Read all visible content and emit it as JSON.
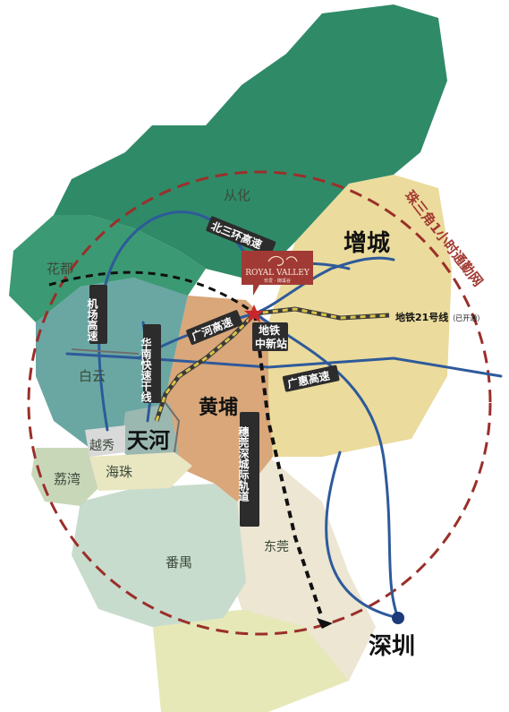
{
  "colors": {
    "conghua": "#2f8a68",
    "huadu": "#3b9a73",
    "zengcheng": "#ebdb9c",
    "baiyun": "#6aa7a3",
    "huangpu": "#d9a77a",
    "tianhe": "#9bb8b0",
    "yuexiu": "#d9d9d9",
    "liwan": "#c9d7b9",
    "haizhu": "#e9e6c2",
    "panyu": "#c8dccd",
    "dongguan": "#ece6d3",
    "south": "#e6e8b8",
    "ring": "#9a2f2a",
    "metro": "#d9c34a",
    "road": "#2e5a9a",
    "logo_bg": "#a13a34"
  },
  "districts": {
    "conghua": "从化",
    "huadu": "花都",
    "zengcheng": "增城",
    "baiyun": "白云",
    "huangpu": "黄埔",
    "tianhe": "天河",
    "yuexiu": "越秀",
    "liwan": "荔湾",
    "haizhu": "海珠",
    "panyu": "番禺",
    "dongguan": "东莞",
    "shenzhen": "深圳"
  },
  "roads": {
    "beisanhuan": "北三环高速",
    "jichang": "机场高速",
    "huanan": "华南快速干线",
    "guanghe": "广河高速",
    "guanghui": "广惠高速",
    "suiguan": "穗莞深城际轨道"
  },
  "station": {
    "line1": "地铁",
    "line2": "中新站"
  },
  "metro_line": {
    "name": "地铁21号线",
    "status": "（已开通）"
  },
  "ring_label": "珠三角1小时通勤网",
  "logo": {
    "brand": "ROYAL VALLEY",
    "sub": "珍爱 · 御溪谷",
    "icon": "lion-crest-icon"
  },
  "markers": {
    "project": "star-icon",
    "shenzhen": "dot-icon"
  }
}
